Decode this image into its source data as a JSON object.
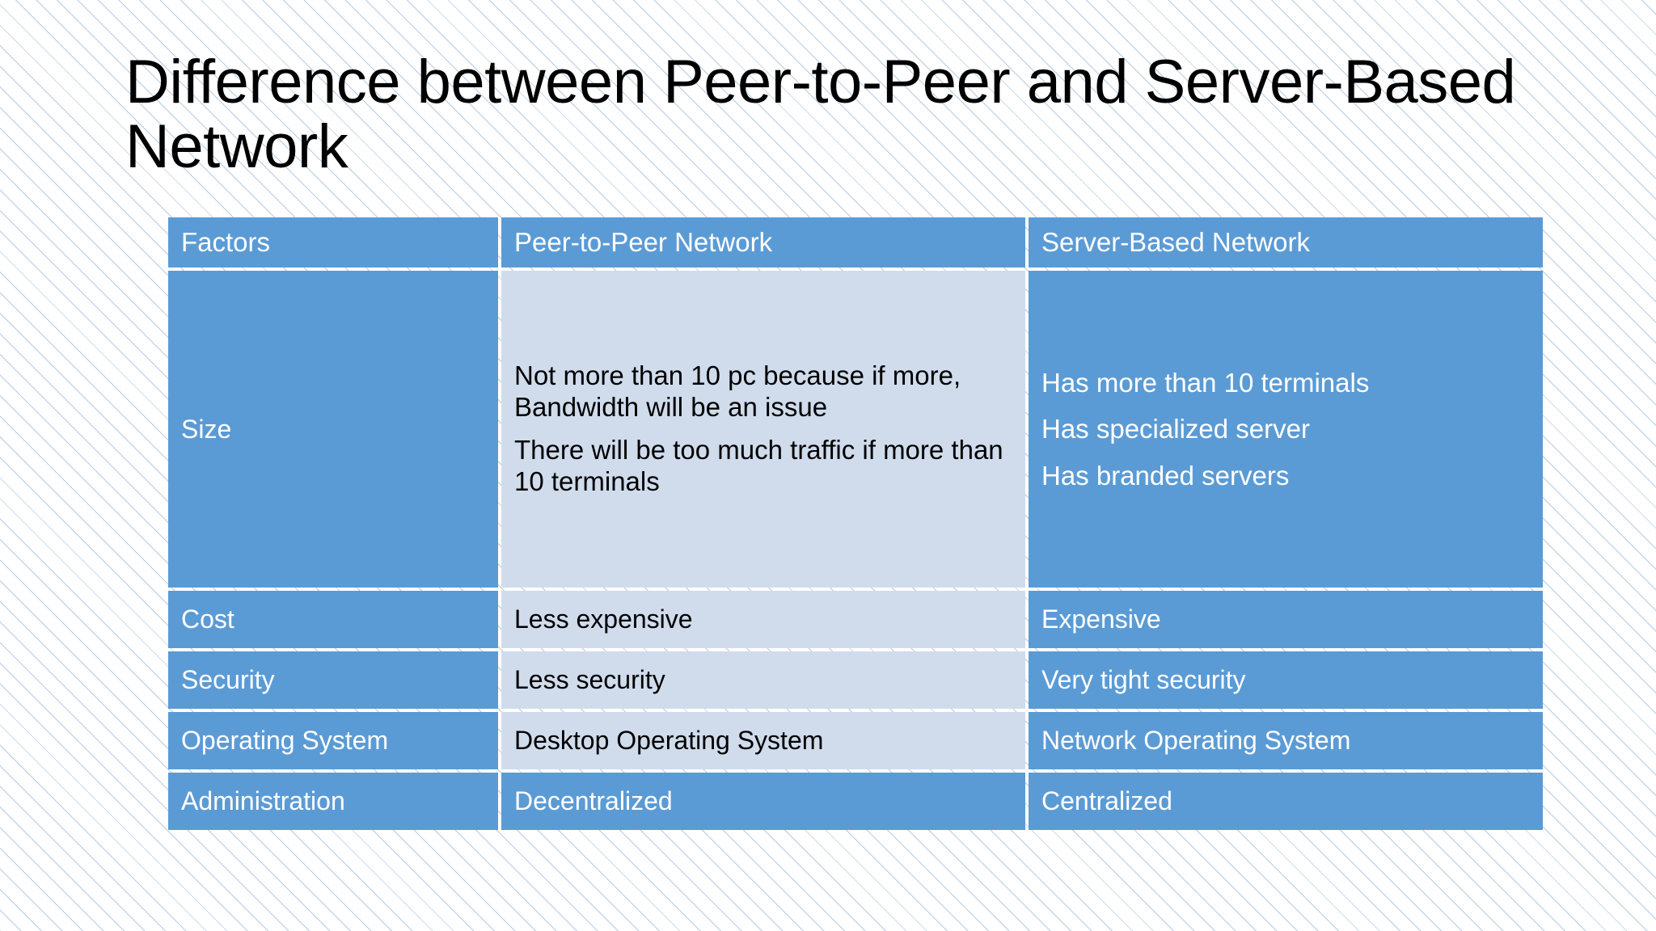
{
  "slide": {
    "title": "Difference between Peer-to-Peer and Server-Based Network",
    "background": {
      "base_color": "#FFFFFF",
      "hatch_color": "#7AA0CD"
    }
  },
  "theme": {
    "accent_blue": "#5B9BD5",
    "light_blue": "#D0DCEC",
    "text_on_blue": "#FFFFFF",
    "text_on_light": "#000000"
  },
  "table": {
    "headers": [
      "Factors",
      "Peer-to-Peer Network",
      "Server-Based Network"
    ],
    "rows": [
      {
        "factor": "Size",
        "peer_to_peer_paragraphs": [
          "Not more than 10 pc because if more, Bandwidth will be an issue",
          "There will be too much traffic if more than 10 terminals"
        ],
        "server_based_lines": [
          "Has more than 10 terminals",
          "Has specialized server",
          "Has branded servers"
        ]
      },
      {
        "factor": "Cost",
        "peer_to_peer": "Less expensive",
        "server_based": "Expensive"
      },
      {
        "factor": "Security",
        "peer_to_peer": "Less security",
        "server_based": "Very tight security"
      },
      {
        "factor": "Operating System",
        "peer_to_peer": "Desktop Operating System",
        "server_based": "Network Operating System"
      },
      {
        "factor": "Administration",
        "peer_to_peer": "Decentralized",
        "server_based": "Centralized"
      }
    ]
  }
}
